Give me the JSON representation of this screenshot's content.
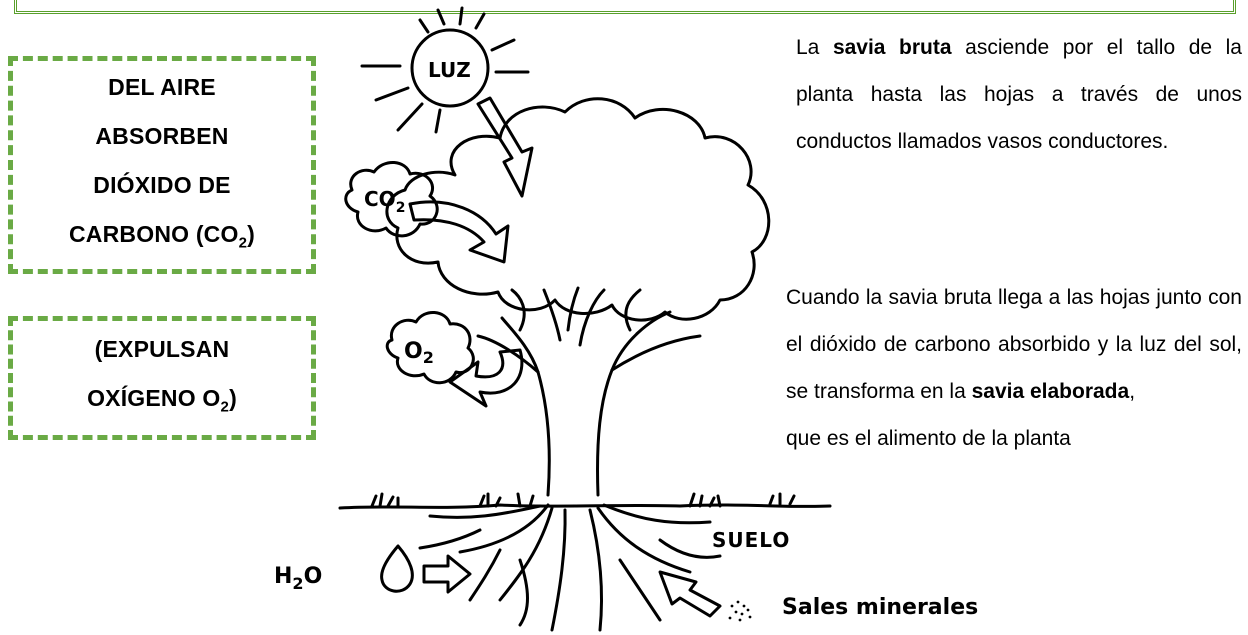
{
  "boxes": {
    "air": {
      "line1": "DEL AIRE",
      "line2": "ABSORBEN",
      "line3": "DIÓXIDO DE",
      "line4_main": "CARBONO (CO",
      "line4_sub": "2",
      "line4_end": ")"
    },
    "oxygen": {
      "line1": "(EXPULSAN",
      "line2_main": "OXÍGENO O",
      "line2_sub": "2",
      "line2_end": ")"
    }
  },
  "paragraph1": {
    "pre": "La ",
    "bold": "savia bruta",
    "post": " asciende por el tallo de la planta hasta las hojas a través de unos conductos llamados vasos conductores."
  },
  "paragraph2": {
    "text": "Cuando la savia bruta llega a las hojas junto con el dióxido de carbono absorbido y la luz del sol, se transforma en la ",
    "bold": "savia elaborada",
    "post": ",",
    "last": "que es el alimento de la planta"
  },
  "drawing": {
    "sun_label": "LUZ",
    "co2_label": "CO",
    "co2_sub": "2",
    "o2_label": "O",
    "o2_sub": "2",
    "soil_label": "SUELO",
    "water_label": "H",
    "water_sub": "2",
    "water_end": "O",
    "minerals_label": "Sales minerales"
  },
  "colors": {
    "dash_border": "#6aaa45",
    "frame_border": "#5aa02c"
  }
}
